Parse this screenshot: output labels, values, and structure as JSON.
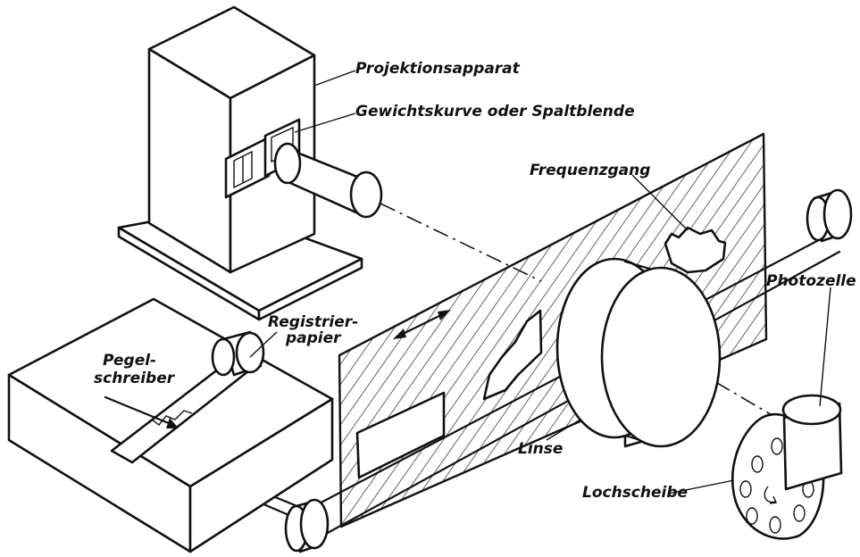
{
  "labels": {
    "projector": "Projektionsapparat",
    "weight_curve": "Gewichtskurve oder Spaltblende",
    "frequency_response": "Frequenzgang",
    "paper_line1": "Registrier-",
    "paper_line2": "papier",
    "recorder_line1": "Pegel-",
    "recorder_line2": "schreiber",
    "photocell": "Photozelle",
    "lens": "Linse",
    "perforated_disc": "Lochscheibe"
  }
}
